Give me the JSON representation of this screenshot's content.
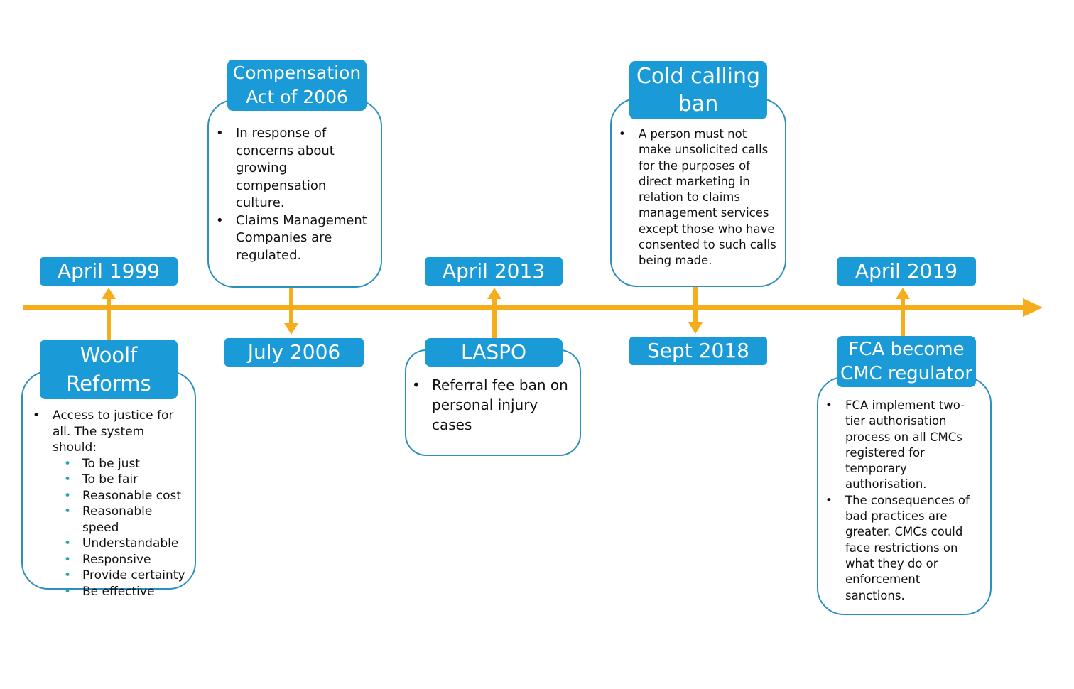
{
  "colors": {
    "accent_blue": "#1a9ad6",
    "card_border": "#2b8fc0",
    "timeline": "#f5ad1c",
    "sub_bullet": "#2aa9a0"
  },
  "events": [
    {
      "date": "April 1999",
      "title": "Woolf Reforms",
      "title_lines": [
        "Woolf",
        "Reforms"
      ],
      "bullets": [
        "Access to justice for all. The system should:"
      ],
      "sub_bullets": [
        "To be just",
        "To be fair",
        "Reasonable cost",
        "Reasonable speed",
        "Understandable",
        "Responsive",
        "Provide certainty",
        "Be effective"
      ],
      "arrow": "up"
    },
    {
      "date": "July 2006",
      "title": "Compensation Act of 2006",
      "title_lines": [
        "Compensation",
        "Act of 2006"
      ],
      "bullets": [
        "In response of concerns about growing compensation culture.",
        "Claims Management Companies are regulated."
      ],
      "arrow": "down"
    },
    {
      "date": "April 2013",
      "title": "LASPO",
      "title_lines": [
        "LASPO"
      ],
      "bullets": [
        "Referral fee ban on personal injury cases"
      ],
      "arrow": "up"
    },
    {
      "date": "Sept 2018",
      "title": "Cold calling ban",
      "title_lines": [
        "Cold calling",
        "ban"
      ],
      "bullets": [
        "A person must not make unsolicited calls for the purposes of direct marketing in relation to claims management services except those who have consented to such calls being made."
      ],
      "arrow": "down"
    },
    {
      "date": "April 2019",
      "title": "FCA become CMC regulator",
      "title_lines": [
        "FCA become",
        "CMC regulator"
      ],
      "bullets": [
        "FCA implement two-tier authorisation process on all CMCs registered for temporary authorisation.",
        "The consequences of bad practices are greater. CMCs could face restrictions on what they do or enforcement sanctions."
      ],
      "arrow": "up"
    }
  ]
}
